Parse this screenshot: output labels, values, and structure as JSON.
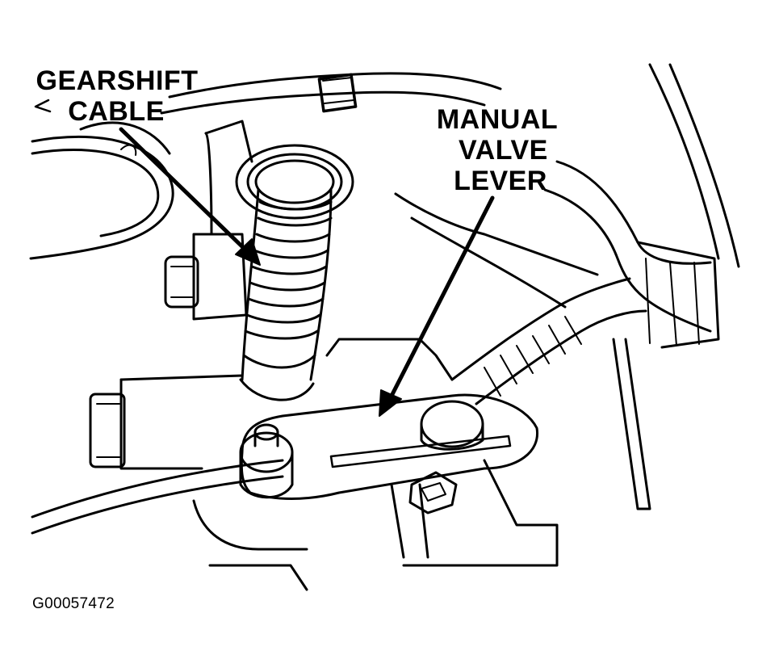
{
  "callouts": {
    "gearshift_cable": {
      "line1": "GEARSHIFT",
      "line2": "CABLE"
    },
    "manual_valve_lever": {
      "line1": "MANUAL",
      "line2": "VALVE",
      "line3": "LEVER"
    }
  },
  "figure_id": "G00057472",
  "colors": {
    "ink": "#000000",
    "paper": "#ffffff"
  }
}
